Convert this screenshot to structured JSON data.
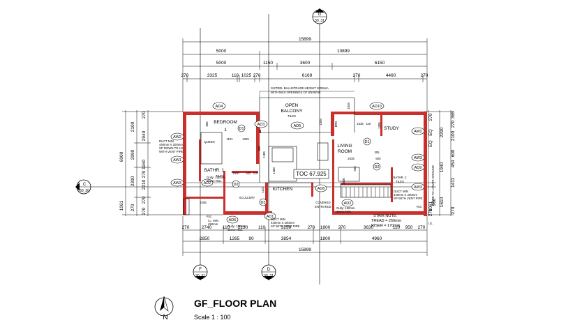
{
  "title": {
    "name": "GF_FLOOR PLAN",
    "scale": "Scale  1 : 100"
  },
  "north": "N",
  "grid_markers": {
    "top": {
      "letter": "G",
      "ref": "30_31"
    },
    "left": {
      "letter": "C",
      "ref": "30_30"
    },
    "bottom_f": {
      "letter": "F",
      "ref": "30_31"
    },
    "bottom_d": {
      "letter": "D",
      "ref": "30_31"
    }
  },
  "top_dims": {
    "overall": "15899",
    "row2": [
      "5000",
      "10899"
    ],
    "row3": [
      "5000",
      "1150",
      "3600",
      "6150"
    ],
    "row4": [
      "270",
      "3325",
      "110",
      "1025",
      "270",
      "6169",
      "270",
      "4460",
      "270"
    ]
  },
  "bottom_dims": {
    "row1": [
      "270",
      "2740",
      "110",
      "2130",
      "110",
      "3239",
      "270",
      "1800",
      "270",
      "3630",
      "110",
      "950",
      "270"
    ],
    "row2": [
      "2850",
      "1265",
      "90",
      "3854",
      "1800",
      "4960"
    ],
    "overall": "15899"
  },
  "left_dims": {
    "outer": [
      "6000",
      "1061"
    ],
    "mid": [
      "2100",
      "2090",
      "2300",
      "270"
    ],
    "inner": [
      "270",
      "2940",
      "1160",
      "270",
      "2210",
      "270",
      "270"
    ]
  },
  "right_dims": {
    "outer": [
      "365",
      "270",
      "2100",
      "600",
      "454",
      "1411",
      "270"
    ],
    "mid": [
      "2290",
      "1940",
      "1610"
    ],
    "inner": [
      "270",
      "EQ",
      "EQ",
      "1061",
      "960",
      "270"
    ]
  },
  "notes": {
    "balustrade": [
      "S/STEEL BALUSTRADE HEIGHT 1000mm",
      "WITH MAX OPENINGS OF Ø100mm"
    ],
    "duct_left": [
      "DUCT MIN",
      "440mm X 200mm",
      "SP DOWN TO LG",
      "WITH VENT PIPE"
    ],
    "duct_right": [
      "DUCT MIN",
      "440mm X 200mm",
      "SP WITH VENT PIPE"
    ],
    "duct_bottom": [
      "DUCT MIN",
      "440mm X 200mm",
      "SP WITH VENT PIPE"
    ],
    "gully_left": [
      "Gully: 150mm",
      "above NGL"
    ],
    "gully_mid": [
      "Gully: 150mm",
      "above NGL"
    ],
    "gully_right": [
      "Gully: 150mm",
      "above NGL"
    ],
    "il_min": [
      "I.L. MIN",
      "450mm"
    ],
    "stair_note": [
      "STAIR NOTE:",
      "TREAD = 250mm",
      "RISER = 170mm"
    ],
    "down_ground": "DOWN TO LOWER GROUND",
    "toc": "TOC 67.925",
    "re_left": "R.E.",
    "re_right": "R.E.",
    "ie": "I.E."
  },
  "rooms": {
    "open_balcony": [
      "OPEN",
      "BALCONY"
    ],
    "balcony_finish": "TILES",
    "bedroom": [
      "BEDROOM",
      "1"
    ],
    "bedroom_finish": "QUEEN",
    "living": [
      "LIVING",
      "ROOM"
    ],
    "study": "STUDY",
    "kitchen": "KITCHEN",
    "scullery": "SCULLERY",
    "covered_entrance": [
      "COVERED",
      "ENTRANCE"
    ],
    "bathr1": "BATHR. 1",
    "bathr2": "BATHR. 2",
    "bath_finish": "TILES",
    "brk": "BRK"
  },
  "tags": [
    "AD4",
    "AD3",
    "AD5",
    "AD10",
    "AW2",
    "AW1",
    "AW3",
    "AD6",
    "AW2",
    "AW3",
    "AD9",
    "AW3",
    "AD2",
    "AD1",
    "AD6",
    "AD2"
  ],
  "doors": [
    "D1",
    "D2",
    "D3",
    "D1",
    "D2"
  ],
  "inner_dims": [
    "905",
    "1101",
    "1025",
    "800",
    "1500",
    "620",
    "110",
    "1045",
    "1455",
    "1535",
    "110",
    "1305",
    "305",
    "2035",
    "930",
    "600",
    "1100",
    "1400",
    "1121",
    "2205",
    "1600"
  ]
}
